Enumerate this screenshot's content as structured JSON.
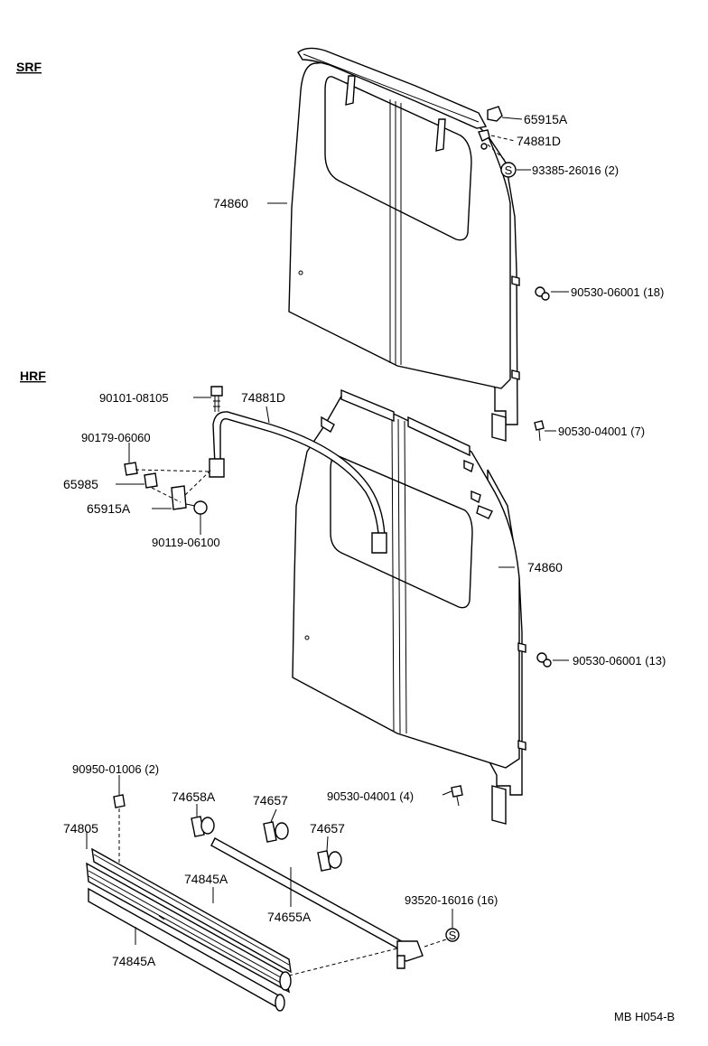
{
  "sections": {
    "srf": "SRF",
    "hrf": "HRF"
  },
  "labels": {
    "p65915a_top": "65915A",
    "p74881d_top": "74881D",
    "p93385": "93385-26016 (2)",
    "p74860_top": "74860",
    "p90530_06001_18": "90530-06001 (18)",
    "p90530_04001_7": "90530-04001 (7)",
    "p90101": "90101-08105",
    "p74881d_mid": "74881D",
    "p90179": "90179-06060",
    "p65985": "65985",
    "p65915a_mid": "65915A",
    "p90119": "90119-06100",
    "p74860_mid": "74860",
    "p90530_06001_13": "90530-06001 (13)",
    "p90950": "90950-01006 (2)",
    "p74658a": "74658A",
    "p74657_a": "74657",
    "p90530_04001_4": "90530-04001 (4)",
    "p74805": "74805",
    "p74657_b": "74657",
    "p74845a_top": "74845A",
    "p74655a": "74655A",
    "p93520": "93520-16016 (16)",
    "p74845a_bot": "74845A"
  },
  "s_mark": "S",
  "footer_code": "MB H054-B"
}
